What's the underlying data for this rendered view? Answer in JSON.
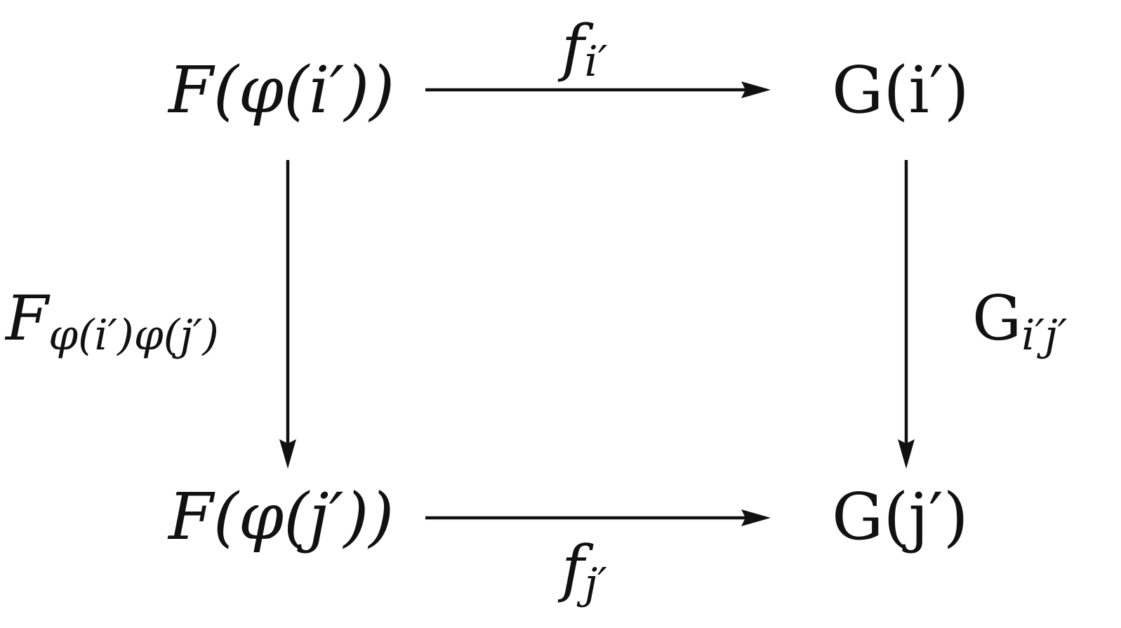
{
  "nodes": {
    "top_left": {
      "base": "F(φ(i′))"
    },
    "top_right": {
      "base": "G(i′)"
    },
    "bottom_left": {
      "base": "F(φ(j′))"
    },
    "bottom_right": {
      "base": "G(j′)"
    }
  },
  "arrows": {
    "top": {
      "label": "f",
      "subscript": "i′"
    },
    "bottom": {
      "label": "f",
      "subscript": "j′"
    },
    "left": {
      "label": "F",
      "subscript": "φ(i′)φ(j′)"
    },
    "right": {
      "label": "G",
      "subscript": "i′j′"
    }
  },
  "colors": {
    "ink": "#111111",
    "background": "#ffffff"
  }
}
